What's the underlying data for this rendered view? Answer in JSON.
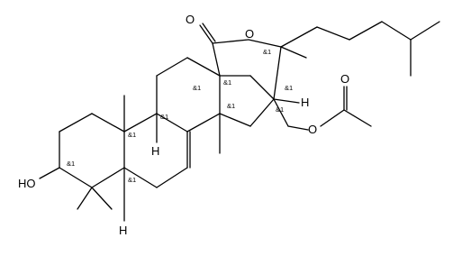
{
  "structure": {
    "atom_labels": {
      "carbonyl_o": "O",
      "ring_o": "O",
      "acetate_o_carbonyl": "O",
      "acetate_o_ester": "O",
      "hydroxyl": "HO",
      "h_c9": "H",
      "h_c5": "H",
      "h_c17": "H"
    },
    "stereo_labels": {
      "s_lactone_c": "&1",
      "s_c20_methyl": "&1",
      "s_c13": "&1",
      "s_c17": "&1",
      "s_c16": "&1",
      "s_c14": "&1",
      "s_c10": "&1",
      "s_c9": "&1",
      "s_c3": "&1",
      "s_c5": "&1"
    }
  }
}
